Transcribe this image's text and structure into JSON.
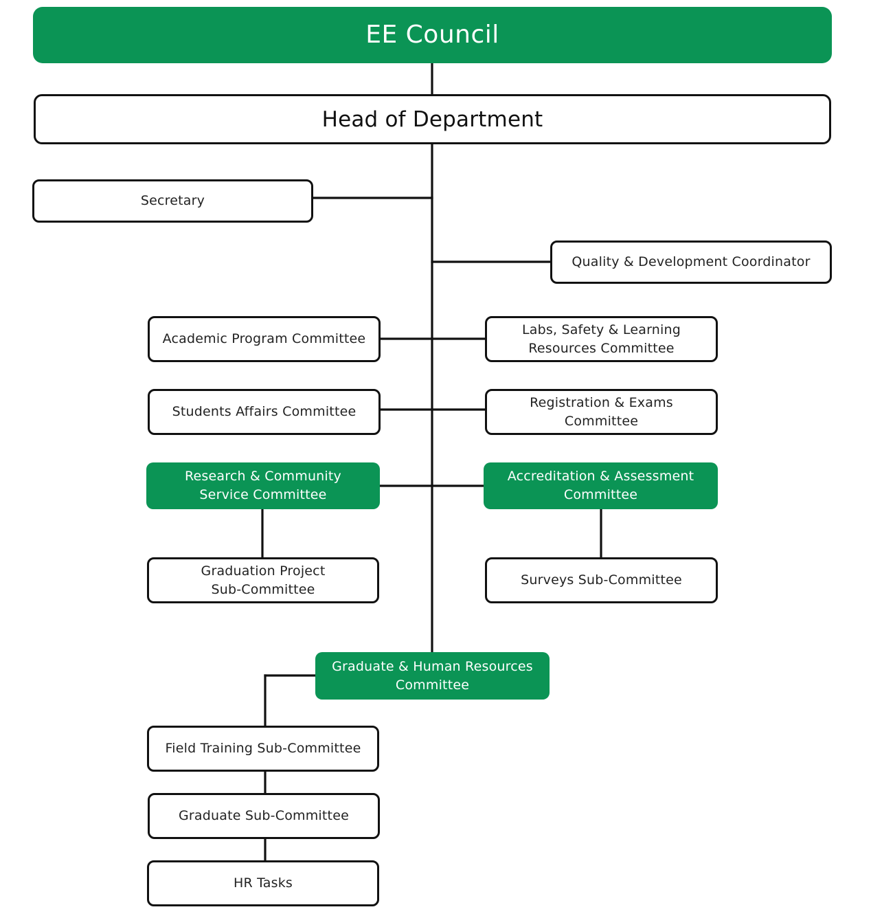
{
  "colors": {
    "accent_green": "#0b9455",
    "line": "#111111",
    "box_border": "#111111"
  },
  "nodes": {
    "council": "EE Council",
    "head": "Head of Department",
    "secretary": "Secretary",
    "quality": "Quality & Development Coordinator",
    "academic": "Academic Program Committee",
    "labs": "Labs, Safety & Learning\nResources Committee",
    "students": "Students Affairs Committee",
    "registration": "Registration & Exams\nCommittee",
    "research": "Research & Community\nService Committee",
    "accreditation": "Accreditation & Assessment\nCommittee",
    "graduation_project": "Graduation Project\nSub-Committee",
    "surveys": "Surveys Sub-Committee",
    "graduate_hr": "Graduate & Human Resources\nCommittee",
    "field_training": "Field Training Sub-Committee",
    "graduate_sub": "Graduate Sub-Committee",
    "hr_tasks": "HR Tasks"
  }
}
